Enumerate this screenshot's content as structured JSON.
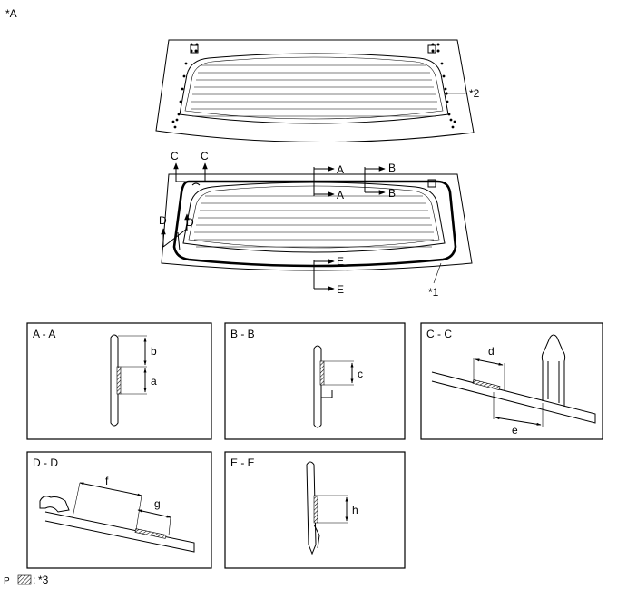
{
  "labels": {
    "view_a": "*A",
    "callout_2": "*2",
    "callout_1": "*1",
    "callout_3": "*3",
    "legend_colon": ":",
    "corner_p": "P"
  },
  "section_arrows": {
    "a": "A",
    "b": "B",
    "c": "C",
    "d": "D",
    "e": "E"
  },
  "sections": [
    {
      "title": "A - A",
      "dims": [
        "b",
        "a"
      ]
    },
    {
      "title": "B - B",
      "dims": [
        "c"
      ]
    },
    {
      "title": "C - C",
      "dims": [
        "d",
        "e"
      ]
    },
    {
      "title": "D - D",
      "dims": [
        "f",
        "g"
      ]
    },
    {
      "title": "E - E",
      "dims": [
        "h"
      ]
    }
  ]
}
